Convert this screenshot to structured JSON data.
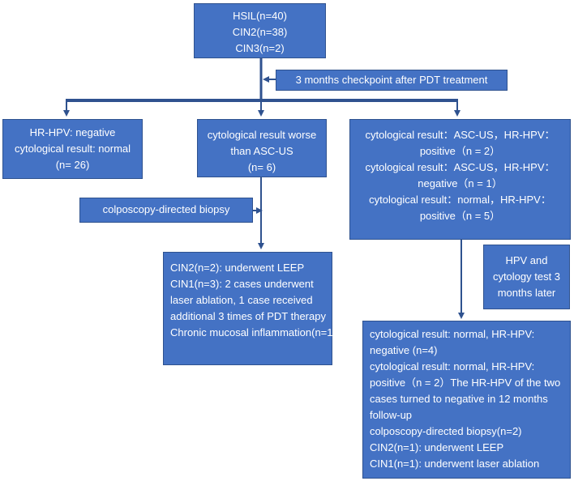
{
  "top_box": {
    "lines": [
      "HSIL(n=40)",
      "CIN2(n=38)",
      "CIN3(n=2)"
    ]
  },
  "checkpoint_box": {
    "text": "3 months checkpoint after PDT treatment"
  },
  "left_box": {
    "lines": [
      "HR-HPV: negative",
      "cytological result: normal",
      "(n= 26)"
    ]
  },
  "middle_box": {
    "lines": [
      "cytological result worse",
      "than ASC-US",
      "(n= 6)"
    ]
  },
  "right_box": {
    "lines": [
      "cytological result：ASC-US，HR-HPV：",
      "positive（n = 2）",
      "cytological result：ASC-US，HR-HPV：",
      "negative（n = 1）",
      "cytological result：normal，HR-HPV：",
      "positive（n = 5）"
    ]
  },
  "colposcopy_box": {
    "text": "colposcopy-directed biopsy"
  },
  "middle_result_box": {
    "lines": [
      "CIN2(n=2): underwent LEEP",
      "CIN1(n=3): 2 cases   underwent",
      "laser ablation, 1 case received",
      "additional 3 times of PDT therapy",
      "Chronic mucosal inflammation(n=1)"
    ]
  },
  "followup_test_box": {
    "lines": [
      "HPV and",
      "cytology test 3",
      "months later"
    ]
  },
  "bottom_right_box": {
    "lines": [
      "cytological result: normal, HR-HPV:",
      "negative (n=4)",
      "cytological result: normal, HR-HPV:",
      "positive（n = 2）The HR-HPV of the two",
      "cases turned to negative in 12 months",
      "follow-up",
      "colposcopy-directed biopsy(n=2)",
      "CIN2(n=1): underwent LEEP",
      "CIN1(n=1): underwent laser ablation"
    ]
  },
  "colors": {
    "box_fill": "#4472c4",
    "box_border": "#2f528f",
    "text": "#ffffff",
    "connector": "#4472c4"
  }
}
